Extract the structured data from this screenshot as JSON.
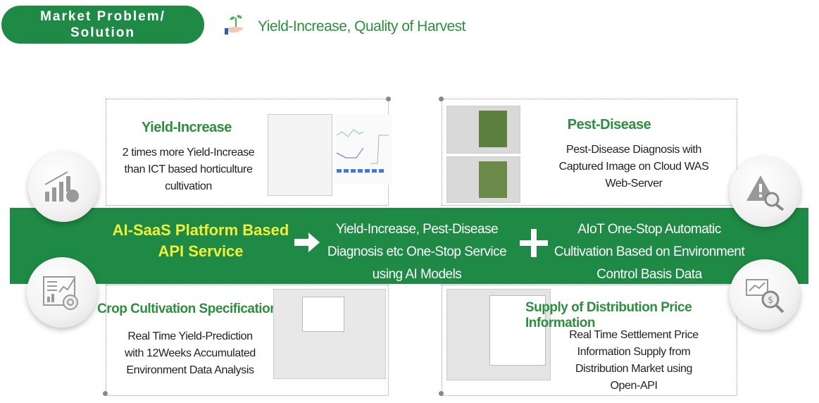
{
  "header": {
    "badge_line1": "Market Problem/",
    "badge_line2": "Solution",
    "headline": "Yield-Increase, Quality of Harvest"
  },
  "yield": {
    "title": "Yield-Increase",
    "lines": [
      "2 times more Yield-Increase",
      "than ICT based horticulture",
      "cultivation"
    ]
  },
  "pest": {
    "title": "Pest-Disease",
    "lines": [
      "Pest-Disease Diagnosis with",
      "Captured Image on Cloud  WAS",
      "Web-Server"
    ]
  },
  "crop": {
    "title": "Crop Cultivation Specification",
    "lines": [
      "Real Time Yield-Prediction",
      "with 12Weeks Accumulated",
      "Environment Data Analysis"
    ]
  },
  "supply": {
    "title": "Supply of Distribution Price Information",
    "lines": [
      "Real Time Settlement Price",
      "Information Supply from",
      "Distribution Market using",
      "Open-API"
    ]
  },
  "band": {
    "platform_line1": "AI-SaaS Platform Based",
    "platform_line2": "API Service",
    "service_lines": [
      "Yield-Increase, Pest-Disease",
      "Diagnosis etc One-Stop Service",
      "using AI Models"
    ],
    "aiot_lines": [
      "AIoT One-Stop Automatic",
      "Cultivation Based on Environment",
      "Control Basis Data"
    ]
  },
  "colors": {
    "green": "#1e8a45",
    "yellow": "#f2ee3a",
    "text_green": "#2d8f3e"
  }
}
